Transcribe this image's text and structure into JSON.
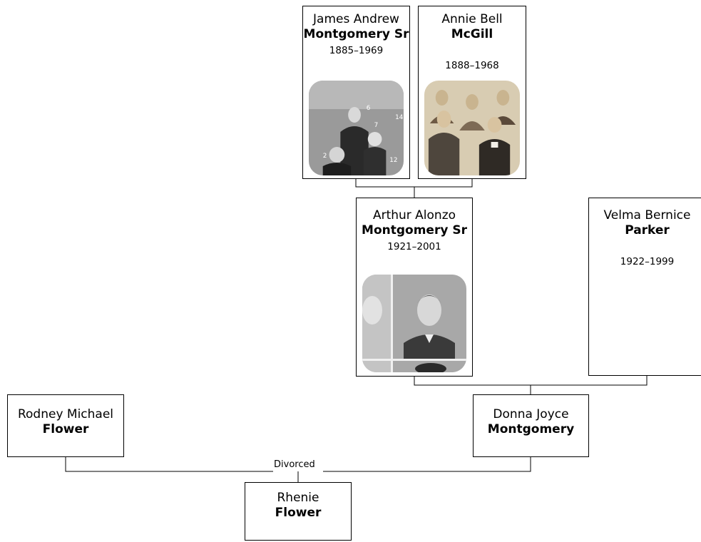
{
  "people": {
    "james": {
      "given": "James Andrew",
      "surname": "Montgomery Sr",
      "dates": "1885–1969",
      "photo": "group-family-photo"
    },
    "annie": {
      "given": "Annie Bell",
      "surname": "McGill",
      "dates": "1888–1968",
      "photo": "elderly-family-photo"
    },
    "arthur": {
      "given": "Arthur Alonzo",
      "surname": "Montgomery Sr",
      "dates": "1921–2001",
      "photo": "yearbook-portrait-photo"
    },
    "velma": {
      "given": "Velma Bernice",
      "surname": "Parker",
      "dates": "1922–1999"
    },
    "rodney": {
      "given": "Rodney Michael",
      "surname": "Flower"
    },
    "donna": {
      "given": "Donna Joyce",
      "surname": "Montgomery"
    },
    "rhenie": {
      "given": "Rhenie",
      "surname": "Flower"
    }
  },
  "relationships": {
    "rodney_donna_status": "Divorced"
  },
  "colors": {
    "line": "#000000",
    "background": "#ffffff"
  }
}
